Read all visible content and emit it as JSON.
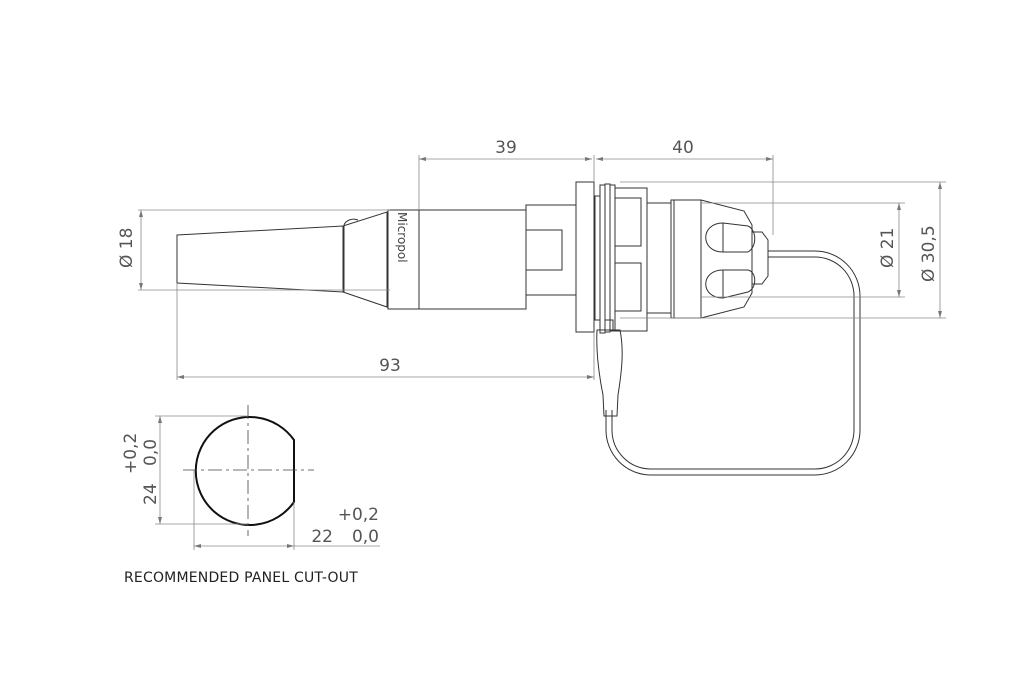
{
  "drawing": {
    "brand_label": "Micropol",
    "dimensions": {
      "length_front": "39",
      "length_rear": "40",
      "length_total": "93",
      "diameter_boot": "Ø 18",
      "diameter_nut": "Ø 21",
      "diameter_flange": "Ø 30,5"
    },
    "panel_cutout": {
      "caption": "RECOMMENDED PANEL CUT-OUT",
      "height_value": "24",
      "height_tol_upper": "+0,2",
      "height_tol_lower": "0,0",
      "width_value": "22",
      "width_tol_upper": "+0,2",
      "width_tol_lower": "0,0"
    },
    "colors": {
      "outline": "#333333",
      "dimension_line": "#8a8a8a",
      "dimension_text": "#555555"
    }
  }
}
